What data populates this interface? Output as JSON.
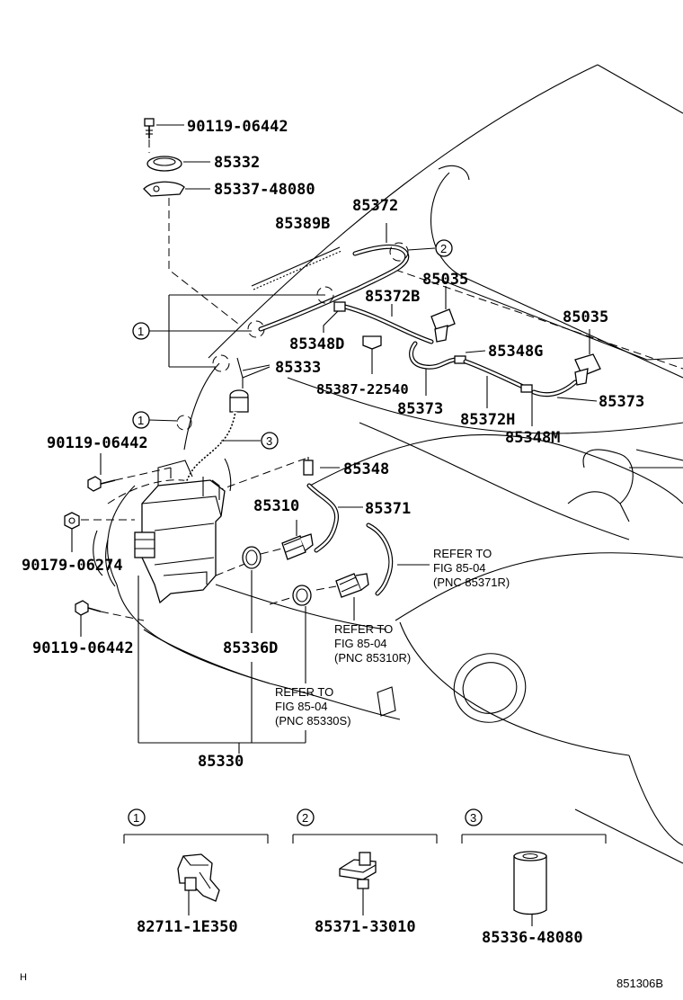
{
  "labels": {
    "p90119_06442_top": "90119-06442",
    "p85332": "85332",
    "p85337_48080": "85337-48080",
    "p85372": "85372",
    "p85389b": "85389B",
    "p85035_a": "85035",
    "p85372b": "85372B",
    "p85035_b": "85035",
    "p85348d": "85348D",
    "p85348g": "85348G",
    "p85333": "85333",
    "p85387_22540": "85387-22540",
    "p85373_a": "85373",
    "p85372h": "85372H",
    "p85373_b": "85373",
    "p85348m": "85348M",
    "p90119_06442_mid": "90119-06442",
    "p85348": "85348",
    "p85310": "85310",
    "p85371": "85371",
    "p90179_06274": "90179-06274",
    "p85336d": "85336D",
    "p90119_06442_bot": "90119-06442",
    "p85330": "85330",
    "p82711_1e350": "82711-1E350",
    "p85371_33010": "85371-33010",
    "p85336_48080": "85336-48080"
  },
  "callouts": {
    "c1": "1",
    "c2": "2",
    "c3": "3"
  },
  "references": [
    {
      "line1": "REFER TO",
      "line2": "FIG 85-04",
      "line3": "(PNC 85371R)"
    },
    {
      "line1": "REFER TO",
      "line2": "FIG 85-04",
      "line3": "(PNC 85310R)"
    },
    {
      "line1": "REFER TO",
      "line2": "FIG 85-04",
      "line3": "(PNC 85330S)"
    }
  ],
  "footer": {
    "left_mark": "H",
    "figure_code": "851306B"
  }
}
